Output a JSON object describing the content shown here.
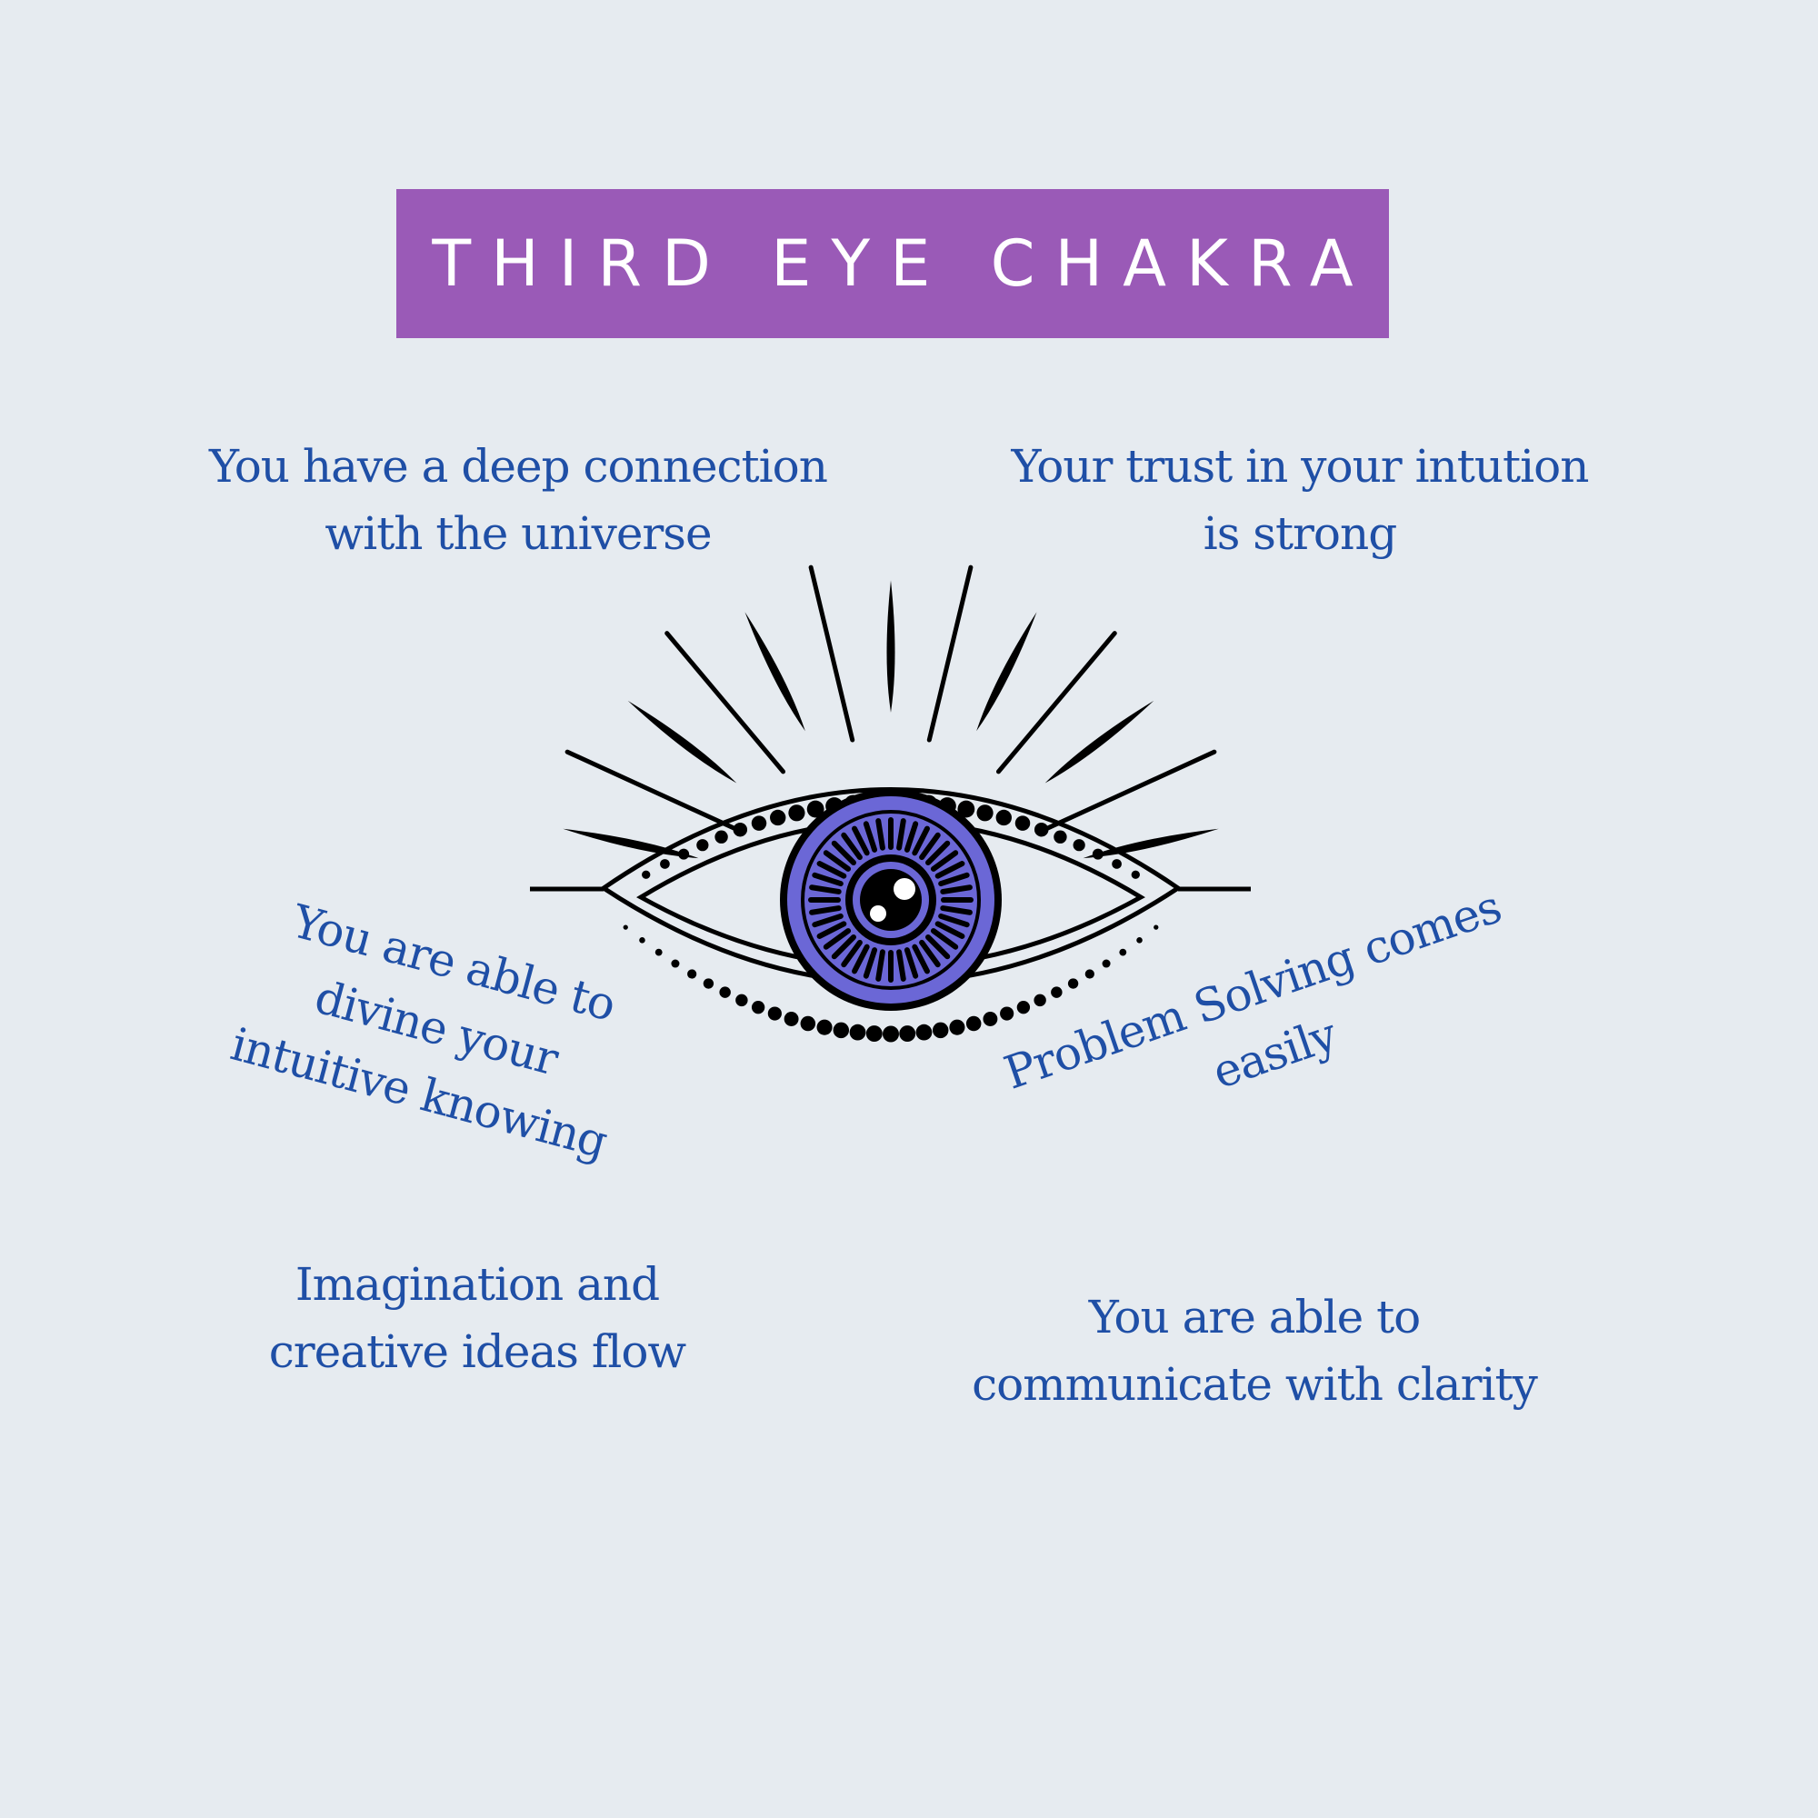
{
  "title": "THIRD EYE CHAKRA",
  "affirmations": [
    {
      "lines": [
        "You have a deep connection",
        "with the universe"
      ]
    },
    {
      "lines": [
        "Your  trust in your intution",
        "is strong"
      ]
    },
    {
      "lines": [
        "You are able to",
        "divine your",
        "intuitive knowing"
      ]
    },
    {
      "lines": [
        "Problem Solving comes",
        "easily"
      ]
    },
    {
      "lines": [
        "Imagination and",
        "creative ideas flow"
      ]
    },
    {
      "lines": [
        "You are able to",
        "communicate with clarity"
      ]
    }
  ],
  "colors": {
    "background": "#e6ebf0",
    "banner": "#9a5ab7",
    "text": "#1f4fa6",
    "iris": "#6b67d6",
    "ink": "#000000"
  },
  "icons": {
    "illustration": "all-seeing-eye-icon"
  }
}
